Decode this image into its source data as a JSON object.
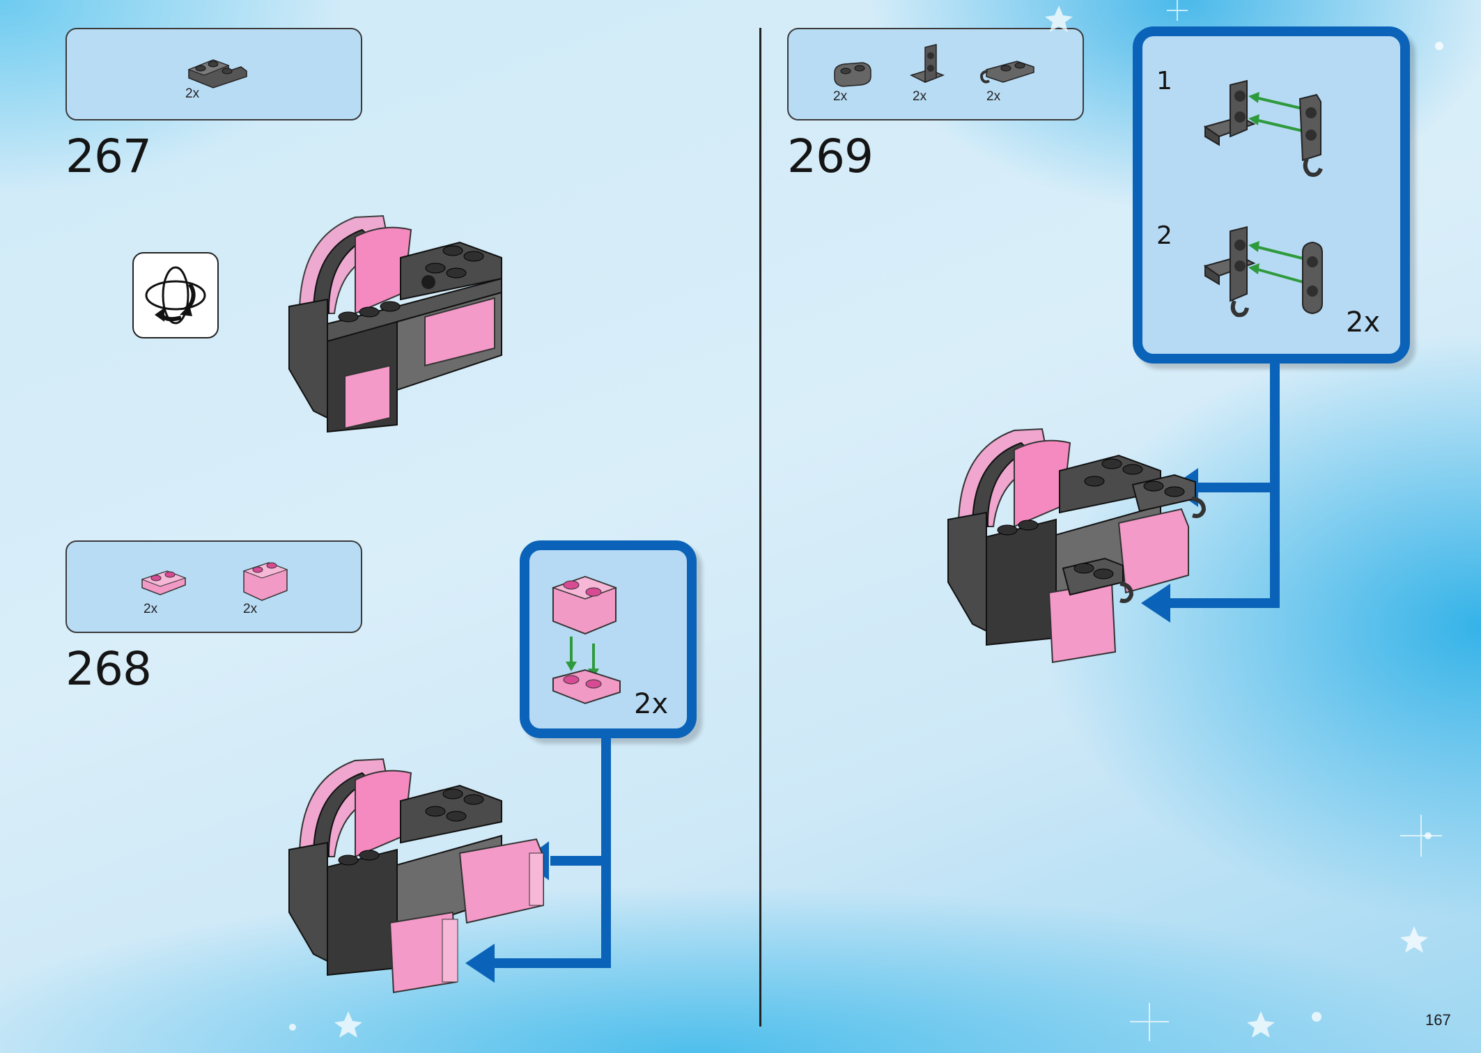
{
  "page": {
    "number": "167"
  },
  "steps": [
    {
      "number": "267",
      "parts": [
        {
          "qty": "2x",
          "icon": "dark-gray-corner-plate"
        }
      ],
      "rotate_model": true
    },
    {
      "number": "268",
      "parts": [
        {
          "qty": "2x",
          "icon": "trans-pink-plate-1x2"
        },
        {
          "qty": "2x",
          "icon": "trans-pink-brick-1x2"
        }
      ],
      "callout": {
        "qty": "2x"
      }
    },
    {
      "number": "269",
      "parts": [
        {
          "qty": "2x",
          "icon": "dark-gray-plate-1x2-rounded"
        },
        {
          "qty": "2x",
          "icon": "dark-gray-bracket-1x2"
        },
        {
          "qty": "2x",
          "icon": "dark-gray-clip-plate"
        }
      ],
      "callout": {
        "sub_steps": [
          {
            "number": "1"
          },
          {
            "number": "2",
            "qty": "2x"
          }
        ]
      }
    }
  ],
  "colors": {
    "callout_blue": "#0a63b8",
    "parts_box": "#b9dcf5",
    "pink": "#f39ac8",
    "dark_gray": "#5a5a5a",
    "arrow_green": "#2e9a3c"
  }
}
